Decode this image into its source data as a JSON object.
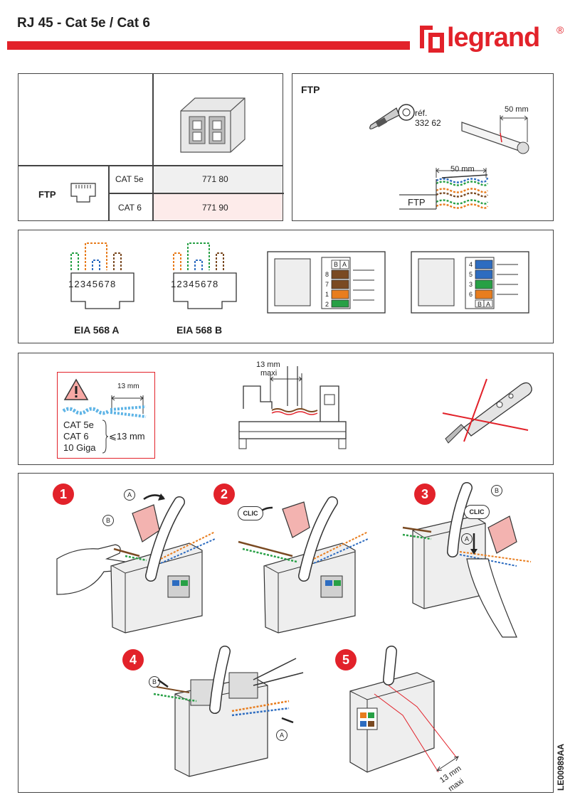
{
  "header": {
    "title": "RJ 45 - Cat 5e / Cat 6",
    "brand": "legrand",
    "registered": "®",
    "brand_color": "#e2222a"
  },
  "product_table": {
    "row_label": "FTP",
    "rows": [
      {
        "category": "CAT 5e",
        "reference": "771 80"
      },
      {
        "category": "CAT 6",
        "reference": "771 90"
      }
    ]
  },
  "ftp_panel": {
    "title": "FTP",
    "tool_ref_label": "réf.",
    "tool_ref_number": "332 62",
    "strip_length_top": "50 mm",
    "strip_length_mid": "50 mm",
    "cable_label": "FTP"
  },
  "wiring": {
    "pins": "12345678",
    "standard_a": "EIA 568 A",
    "standard_b": "EIA 568 B",
    "connector_front_pairs": [
      "B",
      "A",
      "8",
      "7",
      "1",
      "2"
    ],
    "connector_back_pairs": [
      "4",
      "5",
      "3",
      "6",
      "B",
      "A"
    ]
  },
  "warning_panel": {
    "untwist_length": "13 mm",
    "categories": [
      "CAT 5e",
      "CAT 6",
      "10 Giga"
    ],
    "limit": "⩽13 mm",
    "max_label_1": "13 mm",
    "max_label_2": "maxi"
  },
  "steps": {
    "numbers": [
      "1",
      "2",
      "3",
      "4",
      "5"
    ],
    "label_a": "A",
    "label_b": "B",
    "clic": "CLIC",
    "max_dist_1": "13 mm",
    "max_dist_2": "maxi"
  },
  "document_code": "LE00989AA",
  "colors": {
    "accent_red": "#e2222a",
    "orange": "#e87d1e",
    "green": "#27a045",
    "blue": "#2d6cc0",
    "brown": "#7a4a22",
    "pink": "#f3b3b0"
  }
}
